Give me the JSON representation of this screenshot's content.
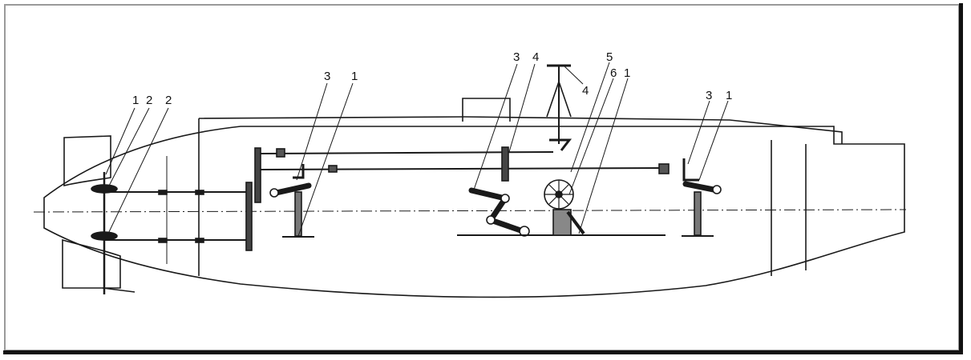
{
  "colors": {
    "ink": "#1a1a1a",
    "paper": "#ffffff",
    "frame_shadow": "#111111"
  },
  "diagram": {
    "callouts": {
      "stern_upper": "1",
      "stern_mid": "2",
      "stern_lower": "2",
      "fwd_gear_a": "3",
      "fwd_gear_b": "1",
      "pedal_a": "3",
      "pedal_b": "4",
      "periscope": "4",
      "wheel_a": "5",
      "wheel_b": "6",
      "wheel_c": "1",
      "bow_a": "3",
      "bow_b": "1"
    }
  }
}
